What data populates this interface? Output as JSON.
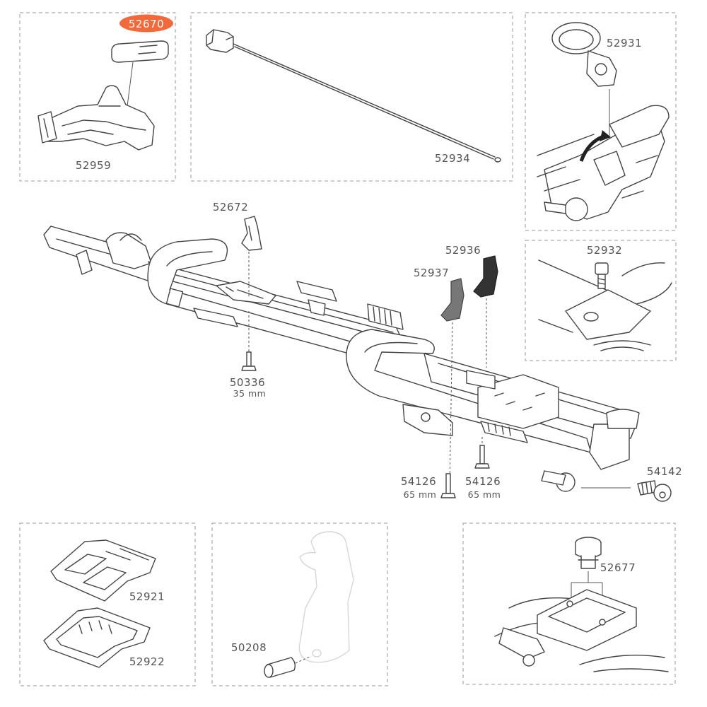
{
  "highlight_color": "#f26a3b",
  "parts": {
    "p52670": "52670",
    "p52959": "52959",
    "p52934": "52934",
    "p52931": "52931",
    "p52932": "52932",
    "p52672": "52672",
    "p52936": "52936",
    "p52937": "52937",
    "p50336": "50336",
    "p50336_len": "35 mm",
    "p54126a": "54126",
    "p54126a_len": "65 mm",
    "p54126b": "54126",
    "p54126b_len": "65 mm",
    "p54142": "54142",
    "p52921": "52921",
    "p52922": "52922",
    "p50208": "50208",
    "p52677": "52677"
  }
}
